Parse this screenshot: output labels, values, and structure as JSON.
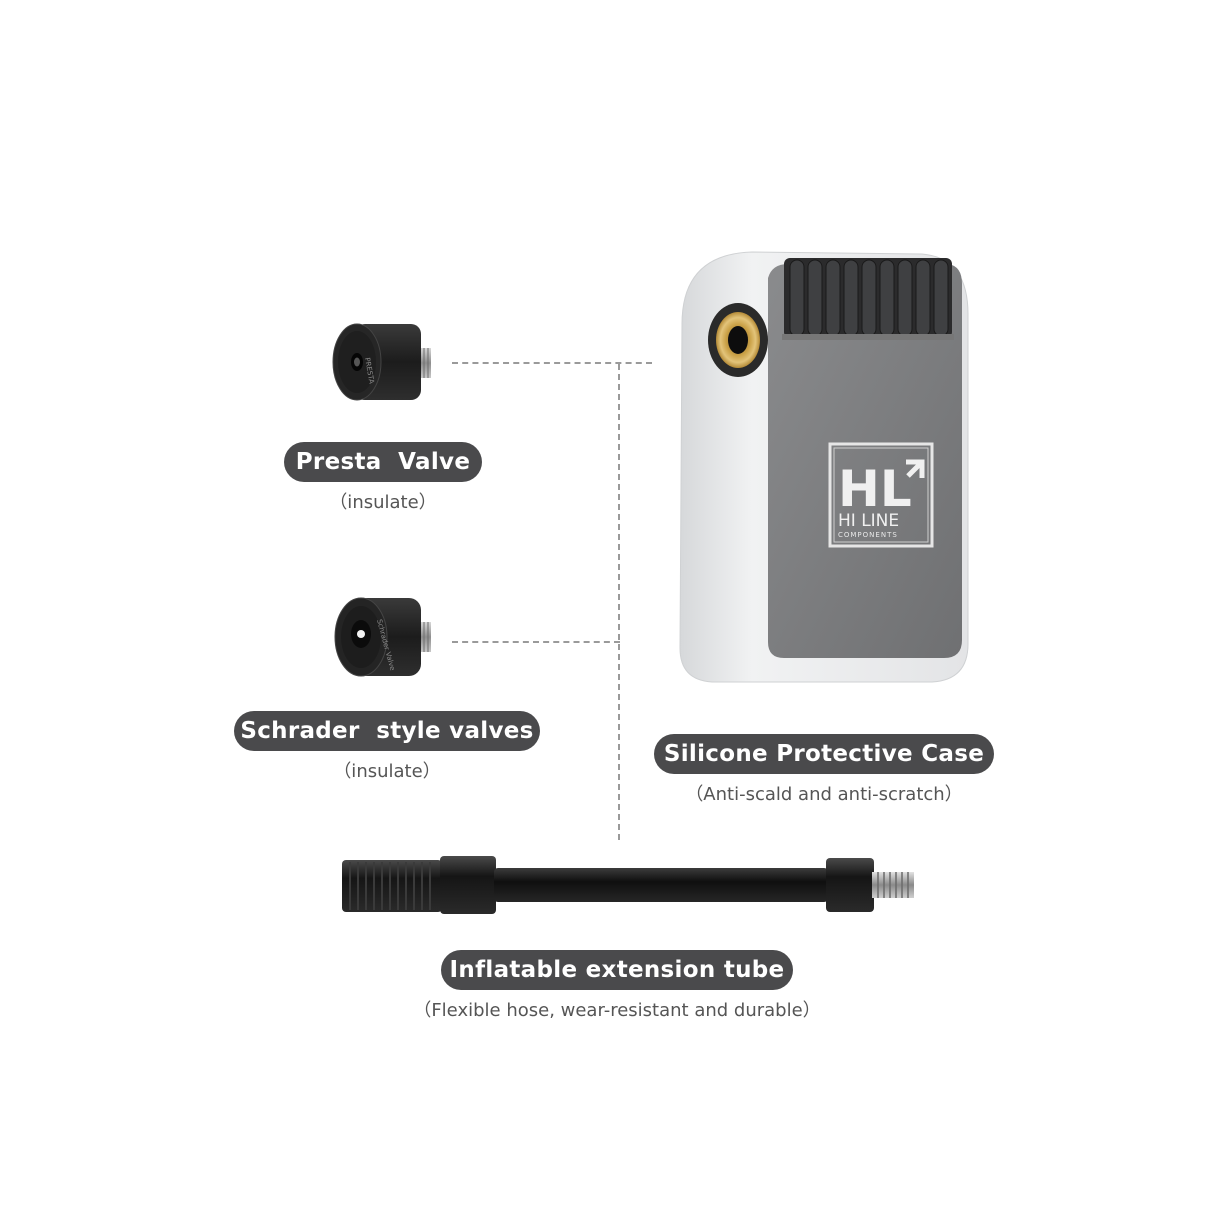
{
  "labels": {
    "presta": {
      "title": "Presta  Valve",
      "note": "（insulate）"
    },
    "schrader": {
      "title": "Schrader  style valves",
      "note": "（insulate）"
    },
    "case": {
      "title": "Silicone Protective Case",
      "note": "（Anti-scald and anti-scratch）"
    },
    "tube": {
      "title": "Inflatable extension tube",
      "note": "（Flexible hose, wear-resistant and durable）"
    }
  },
  "logo": {
    "mark": "HL",
    "name": "HI LINE",
    "tag": "COMPONENTS"
  },
  "valve_print": {
    "presta": "PRESTA",
    "schrader": "Schrader Valve"
  },
  "colors": {
    "pill_bg": "#4a4a4c",
    "case_gray": "#7d7e80",
    "case_silicone": "#e9eaec",
    "brass": "#c9a046"
  }
}
